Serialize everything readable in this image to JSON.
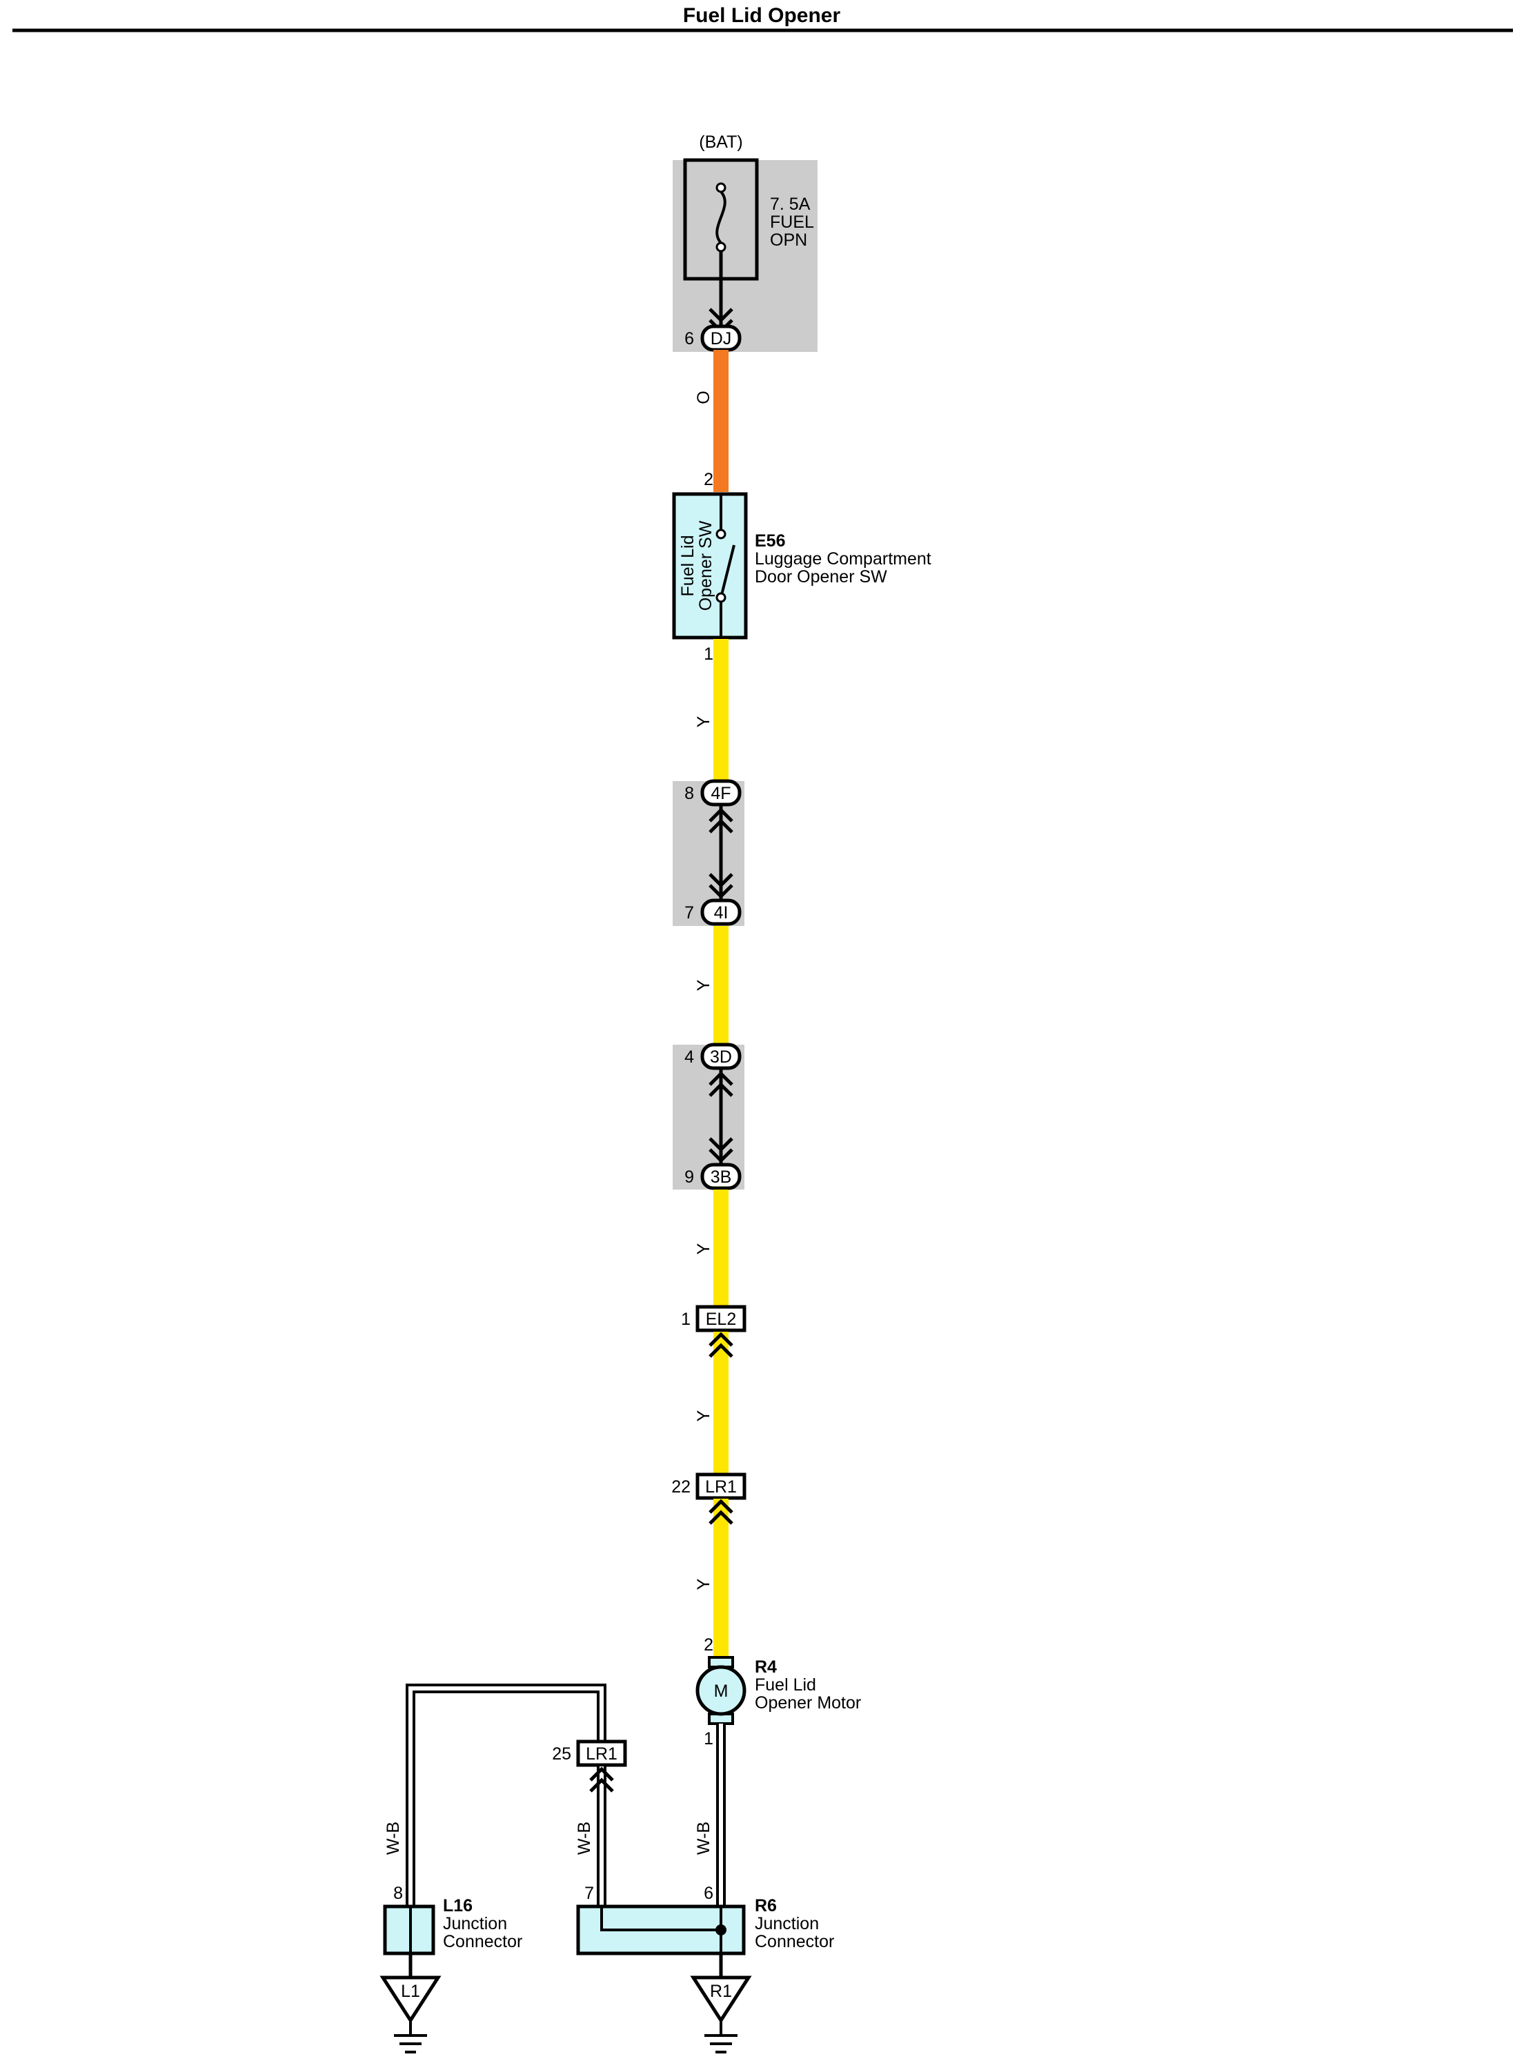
{
  "title": "Fuel Lid Opener",
  "colors": {
    "orange_wire": "#f47920",
    "yellow_wire": "#ffe600",
    "component_fill": "#cdf4f7",
    "zone_fill": "#cccccc"
  },
  "fuse": {
    "source": "(BAT)",
    "rating": "7. 5A",
    "name_line1": "FUEL",
    "name_line2": "OPN",
    "connector": "DJ",
    "pin": "6"
  },
  "wires": {
    "w_orange": "O",
    "w_y1": "Y",
    "w_y2": "Y",
    "w_y3": "Y",
    "w_y4": "Y",
    "w_y5": "Y",
    "w_wb1": "W-B",
    "w_wb2": "W-B",
    "w_wb3": "W-B"
  },
  "switch": {
    "code": "E56",
    "name_line1": "Luggage Compartment",
    "name_line2": "Door Opener SW",
    "inner_line1": "Fuel Lid",
    "inner_line2": "Opener SW",
    "pin_top": "2",
    "pin_bottom": "1"
  },
  "junctions": {
    "j4f": {
      "id": "4F",
      "pin": "8"
    },
    "j4i": {
      "id": "4I",
      "pin": "7"
    },
    "j3d": {
      "id": "3D",
      "pin": "4"
    },
    "j3b": {
      "id": "3B",
      "pin": "9"
    }
  },
  "connectors": {
    "el2": {
      "id": "EL2",
      "pin": "1"
    },
    "lr1a": {
      "id": "LR1",
      "pin": "22"
    },
    "lr1b": {
      "id": "LR1",
      "pin": "25"
    }
  },
  "motor": {
    "code": "R4",
    "symbol": "M",
    "name_line1": "Fuel Lid",
    "name_line2": "Opener Motor",
    "pin_top": "2",
    "pin_bottom": "1"
  },
  "l16": {
    "code": "L16",
    "name_line1": "Junction",
    "name_line2": "Connector",
    "pin": "8"
  },
  "r6": {
    "code": "R6",
    "name_line1": "Junction",
    "name_line2": "Connector",
    "pin_left": "7",
    "pin_right": "6"
  },
  "grounds": {
    "left": "L1",
    "right": "R1"
  }
}
